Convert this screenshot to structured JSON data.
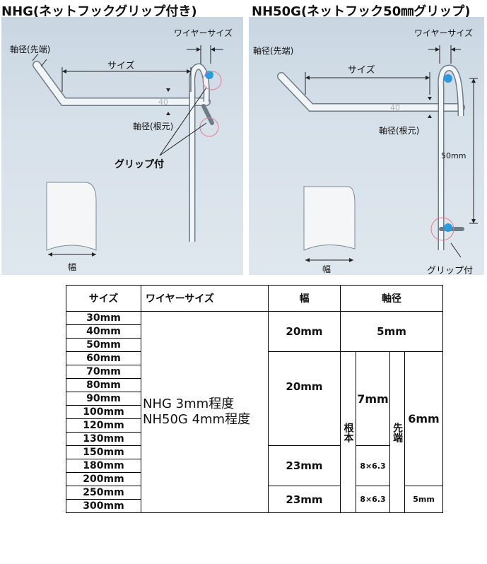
{
  "titles": {
    "left": "NHG(ネットフックグリップ付き)",
    "right": "NH50G(ネットフック50㎜グリップ)"
  },
  "left_diagram": {
    "shaft_tip": "軸径(先端)",
    "wire_size": "ワイヤーサイズ",
    "size": "サイズ",
    "angle": "40",
    "shaft_root": "軸径(根元)",
    "grip": "グリップ付",
    "width": "幅"
  },
  "right_diagram": {
    "shaft_tip": "軸径(先端)",
    "wire_size": "ワイヤーサイズ",
    "size": "サイズ",
    "angle": "40",
    "shaft_root": "軸径(根元)",
    "height": "50mm",
    "grip": "グリップ付",
    "width": "幅"
  },
  "table": {
    "headers": {
      "size": "サイズ",
      "wire": "ワイヤーサイズ",
      "width": "幅",
      "shaft": "軸径"
    },
    "sizes": [
      "30mm",
      "40mm",
      "50mm",
      "60mm",
      "70mm",
      "80mm",
      "90mm",
      "100mm",
      "120mm",
      "130mm",
      "150mm",
      "180mm",
      "200mm",
      "250mm",
      "300mm"
    ],
    "wire_line1": "NHG 3mm程度",
    "wire_line2": "NH50G 4mm程度",
    "width_a": "20mm",
    "width_b": "20mm",
    "width_c": "23mm",
    "width_d": "23mm",
    "shaft_a": "5mm",
    "root_label": "根本",
    "tip_label": "先端",
    "root_b": "7mm",
    "tip_b": "6mm",
    "root_c": "8×6.3",
    "root_d": "8×6.3",
    "tip_d": "5mm"
  }
}
